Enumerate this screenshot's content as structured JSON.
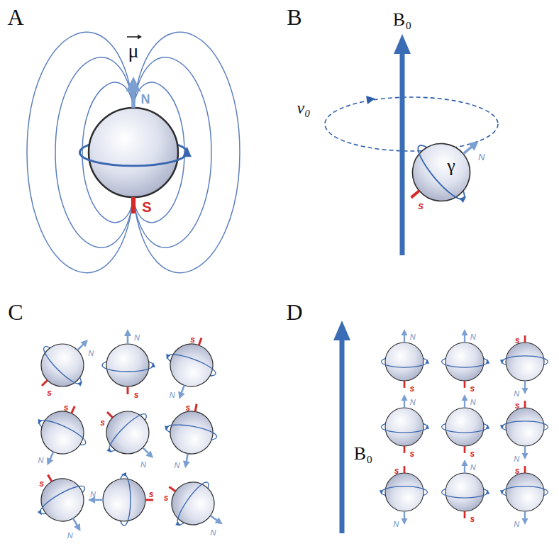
{
  "diagram": {
    "labels": [
      "A",
      "μ",
      "N",
      "S",
      "B",
      "B₀",
      "ν₀",
      "γ",
      "N",
      "s",
      "C",
      "N",
      "s",
      "N",
      "s",
      "N",
      "s",
      "N",
      "s",
      "N",
      "s",
      "N",
      "s",
      "N",
      "s",
      "N",
      "s",
      "N",
      "s",
      "D",
      "B₀",
      "N",
      "s",
      "N",
      "s",
      "N",
      "s",
      "N",
      "s",
      "N",
      "s",
      "N",
      "s",
      "N",
      "s",
      "N",
      "s",
      "N",
      "s"
    ]
  }
}
